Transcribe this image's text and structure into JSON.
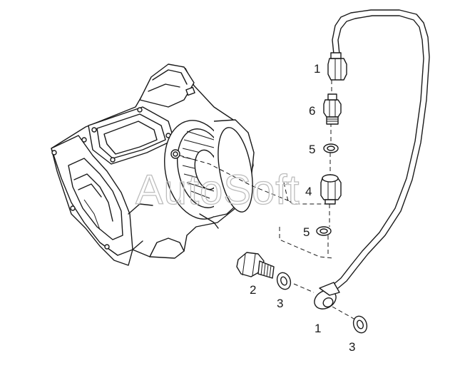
{
  "watermark": "AutoSoft",
  "callouts": {
    "c1_top": "1",
    "c6": "6",
    "c5_upper": "5",
    "c4": "4",
    "c5_lower": "5",
    "c2": "2",
    "c3_left": "3",
    "c1_bottom": "1",
    "c3_bottom": "3"
  }
}
